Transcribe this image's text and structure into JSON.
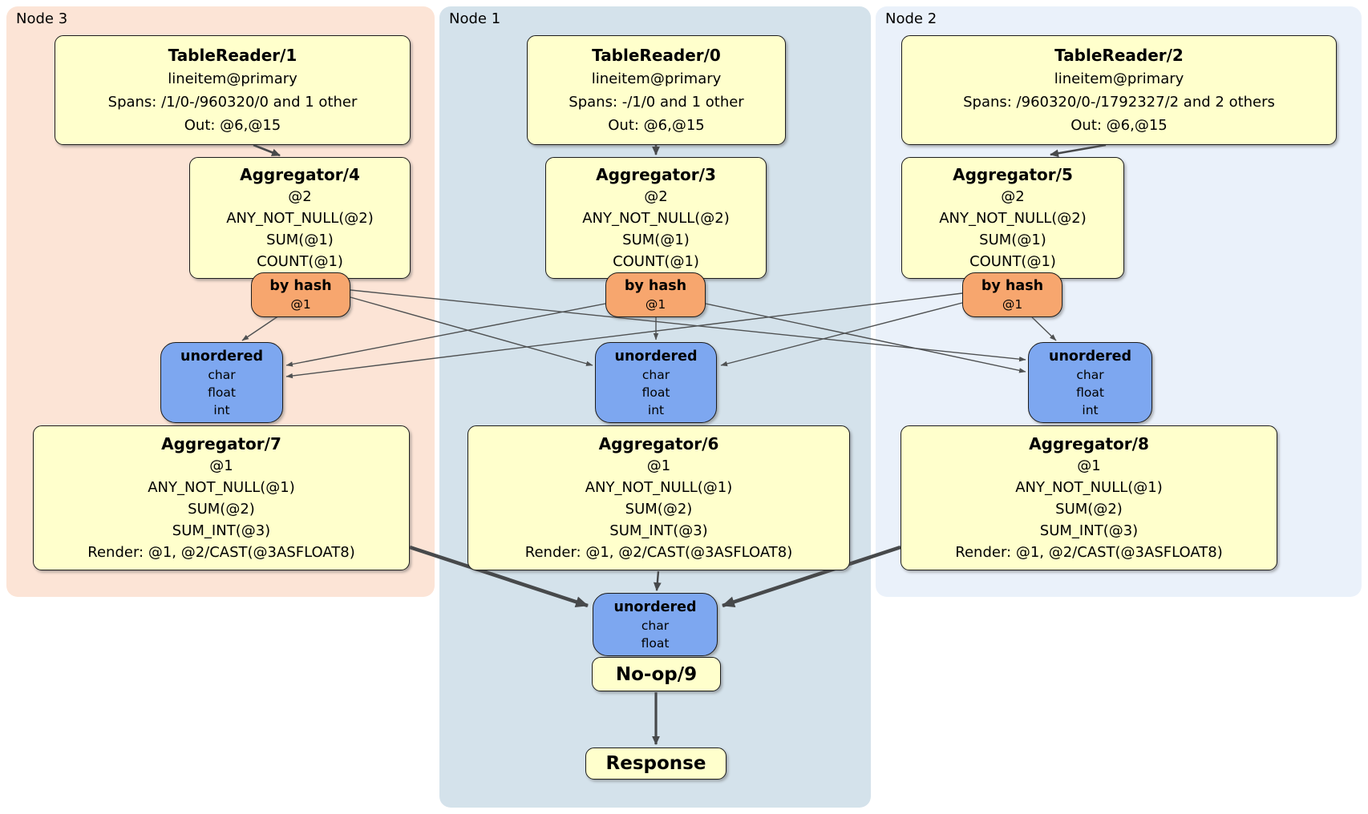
{
  "nodes": {
    "n3": {
      "label": "Node 3",
      "tablereader": {
        "title": "TableReader/1",
        "lines": [
          "lineitem@primary",
          "Spans: /1/0-/960320/0 and 1 other",
          "Out: @6,@15"
        ]
      },
      "agg_top": {
        "title": "Aggregator/4",
        "lines": [
          "@2",
          "ANY_NOT_NULL(@2)",
          "SUM(@1)",
          "COUNT(@1)"
        ]
      },
      "router": {
        "title": "by hash",
        "lines": [
          "@1"
        ]
      },
      "sync": {
        "title": "unordered",
        "lines": [
          "char",
          "float",
          "int"
        ]
      },
      "agg_bot": {
        "title": "Aggregator/7",
        "lines": [
          "@1",
          "ANY_NOT_NULL(@1)",
          "SUM(@2)",
          "SUM_INT(@3)",
          "Render: @1, @2/CAST(@3ASFLOAT8)"
        ]
      }
    },
    "n1": {
      "label": "Node 1",
      "tablereader": {
        "title": "TableReader/0",
        "lines": [
          "lineitem@primary",
          "Spans: -/1/0 and 1 other",
          "Out: @6,@15"
        ]
      },
      "agg_top": {
        "title": "Aggregator/3",
        "lines": [
          "@2",
          "ANY_NOT_NULL(@2)",
          "SUM(@1)",
          "COUNT(@1)"
        ]
      },
      "router": {
        "title": "by hash",
        "lines": [
          "@1"
        ]
      },
      "sync": {
        "title": "unordered",
        "lines": [
          "char",
          "float",
          "int"
        ]
      },
      "agg_bot": {
        "title": "Aggregator/6",
        "lines": [
          "@1",
          "ANY_NOT_NULL(@1)",
          "SUM(@2)",
          "SUM_INT(@3)",
          "Render: @1, @2/CAST(@3ASFLOAT8)"
        ]
      }
    },
    "n2": {
      "label": "Node 2",
      "tablereader": {
        "title": "TableReader/2",
        "lines": [
          "lineitem@primary",
          "Spans: /960320/0-/1792327/2 and 2 others",
          "Out: @6,@15"
        ]
      },
      "agg_top": {
        "title": "Aggregator/5",
        "lines": [
          "@2",
          "ANY_NOT_NULL(@2)",
          "SUM(@1)",
          "COUNT(@1)"
        ]
      },
      "router": {
        "title": "by hash",
        "lines": [
          "@1"
        ]
      },
      "sync": {
        "title": "unordered",
        "lines": [
          "char",
          "float",
          "int"
        ]
      },
      "agg_bot": {
        "title": "Aggregator/8",
        "lines": [
          "@1",
          "ANY_NOT_NULL(@1)",
          "SUM(@2)",
          "SUM_INT(@3)",
          "Render: @1, @2/CAST(@3ASFLOAT8)"
        ]
      }
    }
  },
  "final": {
    "sync": {
      "title": "unordered",
      "lines": [
        "char",
        "float"
      ]
    },
    "noop": {
      "title": "No-op/9"
    },
    "response": {
      "title": "Response"
    }
  },
  "edges": [
    {
      "from": "TableReader/1",
      "to": "Aggregator/4"
    },
    {
      "from": "TableReader/0",
      "to": "Aggregator/3"
    },
    {
      "from": "TableReader/2",
      "to": "Aggregator/5"
    },
    {
      "from": "Aggregator/4 by hash @1",
      "to": "unordered Node 3"
    },
    {
      "from": "Aggregator/4 by hash @1",
      "to": "unordered Node 1"
    },
    {
      "from": "Aggregator/4 by hash @1",
      "to": "unordered Node 2"
    },
    {
      "from": "Aggregator/3 by hash @1",
      "to": "unordered Node 3"
    },
    {
      "from": "Aggregator/3 by hash @1",
      "to": "unordered Node 1"
    },
    {
      "from": "Aggregator/3 by hash @1",
      "to": "unordered Node 2"
    },
    {
      "from": "Aggregator/5 by hash @1",
      "to": "unordered Node 3"
    },
    {
      "from": "Aggregator/5 by hash @1",
      "to": "unordered Node 1"
    },
    {
      "from": "Aggregator/5 by hash @1",
      "to": "unordered Node 2"
    },
    {
      "from": "unordered Node 3",
      "to": "Aggregator/7"
    },
    {
      "from": "unordered Node 1",
      "to": "Aggregator/6"
    },
    {
      "from": "unordered Node 2",
      "to": "Aggregator/8"
    },
    {
      "from": "Aggregator/7",
      "to": "final unordered"
    },
    {
      "from": "Aggregator/6",
      "to": "final unordered"
    },
    {
      "from": "Aggregator/8",
      "to": "final unordered"
    },
    {
      "from": "final unordered",
      "to": "No-op/9"
    },
    {
      "from": "No-op/9",
      "to": "Response"
    }
  ],
  "colors": {
    "node3_bg": "#fce4d6",
    "node1_bg": "#d4e2eb",
    "node2_bg": "#eaf1fa",
    "processor_fill": "#ffffcc",
    "router_fill": "#f7a66e",
    "sync_fill": "#7da7f0",
    "edge": "#47494b"
  }
}
